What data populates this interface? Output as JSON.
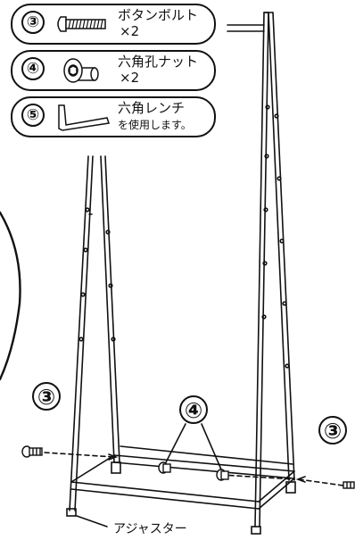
{
  "parts": [
    {
      "number": "③",
      "name": "ボタンボルト",
      "quantity": "×2",
      "icon": "button-bolt-icon"
    },
    {
      "number": "④",
      "name": "六角孔ナット",
      "quantity": "×2",
      "icon": "hex-socket-nut-icon"
    },
    {
      "number": "⑤",
      "name": "六角レンチ",
      "note": "を使用します。",
      "icon": "hex-wrench-icon"
    }
  ],
  "callouts": {
    "bolt_left": "③",
    "nuts": "④",
    "bolt_right": "③"
  },
  "labels": {
    "adjuster": "アジャスター"
  },
  "colors": {
    "line": "#111111",
    "background": "#ffffff"
  }
}
